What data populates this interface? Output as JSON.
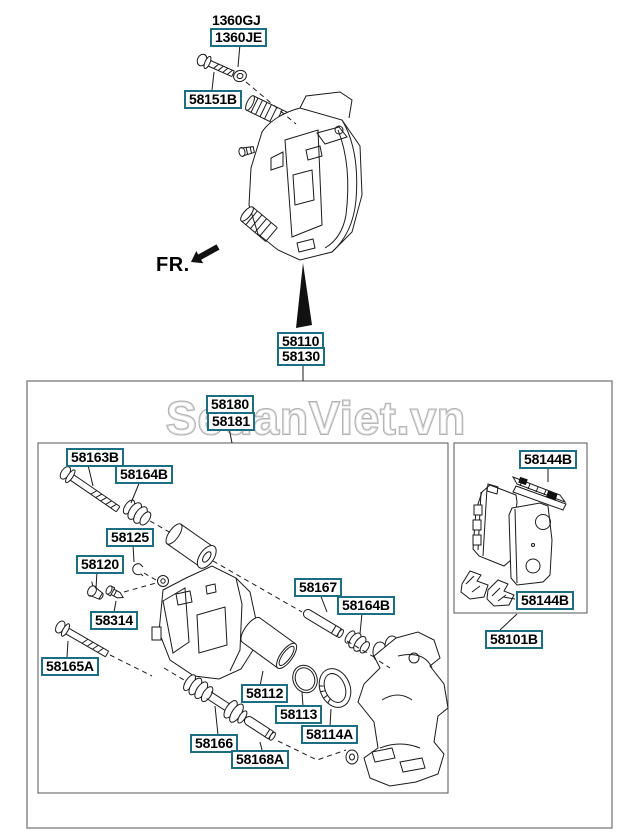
{
  "diagram": {
    "watermark": "SedanViet.vn",
    "fr_indicator": "FR.",
    "part_labels": {
      "p1360GJ": "1360GJ",
      "p1360JE": "1360JE",
      "p58151B": "58151B",
      "p58110": "58110",
      "p58130": "58130",
      "p58180": "58180",
      "p58181": "58181",
      "p58163B": "58163B",
      "p58164B": "58164B",
      "p58125": "58125",
      "p58120": "58120",
      "p58314": "58314",
      "p58165A": "58165A",
      "p58167": "58167",
      "p58112": "58112",
      "p58113": "58113",
      "p58114A": "58114A",
      "p58166": "58166",
      "p58168A": "58168A",
      "p58144B": "58144B",
      "p58101B": "58101B"
    },
    "colors": {
      "label_border": "#1d6e83",
      "label_text": "#000000",
      "line": "#1a1a1a",
      "outer_box_border": "#8c8c8c",
      "kit_box_border": "#555555",
      "watermark_outline": "#b0b0b0"
    }
  }
}
